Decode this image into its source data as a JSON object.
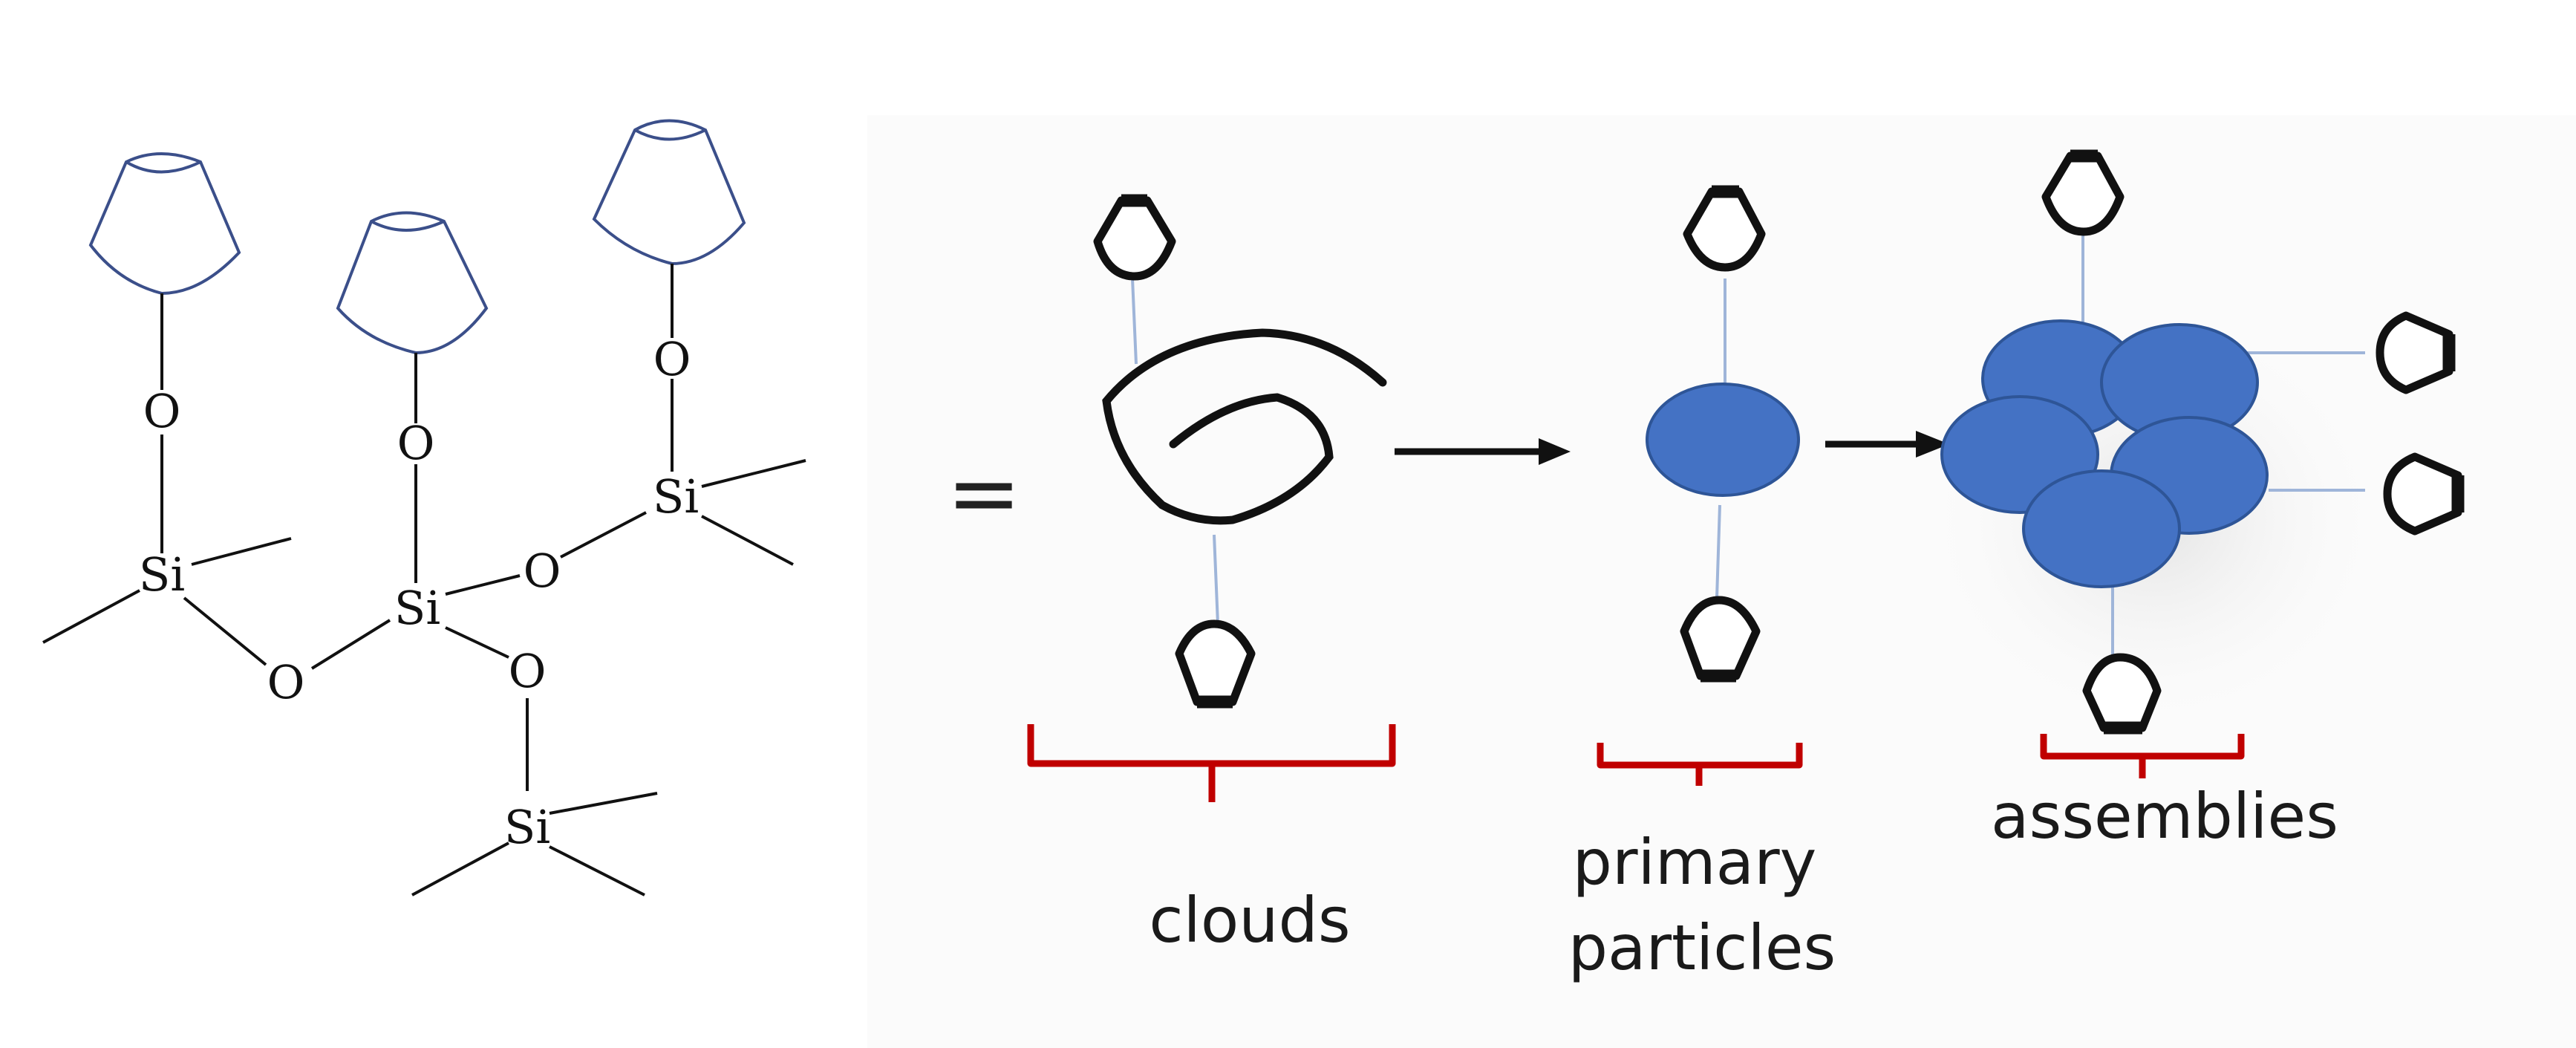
{
  "structure": {
    "atoms": {
      "o_top_left": "O",
      "o_top_mid": "O",
      "o_top_right": "O",
      "si_left": "Si",
      "si_center": "Si",
      "si_right": "Si",
      "si_bottom": "Si",
      "o_bridge_left": "O",
      "o_bridge_right": "O",
      "o_bridge_down": "O"
    }
  },
  "equals_sign": "=",
  "labels": {
    "clouds": "clouds",
    "primary_line1": "primary",
    "primary_line2": "particles",
    "assemblies": "assemblies"
  },
  "colors": {
    "cyclodextrin_outline": "#3b4f8a",
    "particle_fill": "#4472c4",
    "particle_edge": "#2e5597",
    "bracket": "#c00000",
    "tether": "#9fb5d9",
    "ink": "#111111"
  }
}
